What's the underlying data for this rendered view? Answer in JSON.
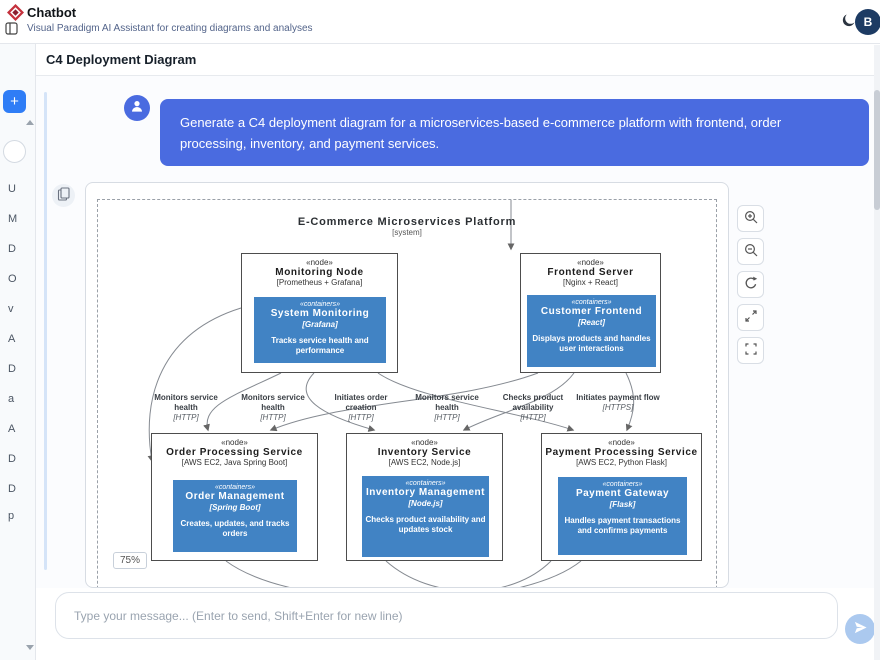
{
  "app": {
    "title": "Chatbot",
    "subtitle": "Visual Paradigm AI Assistant for creating diagrams and analyses",
    "avatar_initial": "B"
  },
  "sidebar": {
    "new_chat_label": "+",
    "items": [
      "U",
      "M",
      "D",
      "O",
      "v",
      "A",
      "D",
      "a",
      "A",
      "D",
      "D",
      "p"
    ]
  },
  "panel": {
    "title": "C4 Deployment Diagram"
  },
  "chat": {
    "user_message": "Generate a C4 deployment diagram for a microservices-based e-commerce platform with frontend, order processing, inventory, and payment services."
  },
  "diagram": {
    "boundary_title": "E-Commerce Microservices Platform",
    "boundary_subtitle": "[system]",
    "zoom_level": "75%",
    "nodes": [
      {
        "stereotype": "«node»",
        "name": "Monitoring Node",
        "tech": "[Prometheus + Grafana]",
        "container": {
          "stereotype": "«containers»",
          "name": "System Monitoring",
          "tech": "[Grafana]",
          "desc": "Tracks service health and performance"
        }
      },
      {
        "stereotype": "«node»",
        "name": "Frontend Server",
        "tech": "[Nginx + React]",
        "container": {
          "stereotype": "«containers»",
          "name": "Customer Frontend",
          "tech": "[React]",
          "desc": "Displays products and handles user interactions"
        }
      },
      {
        "stereotype": "«node»",
        "name": "Order Processing Service",
        "tech": "[AWS EC2, Java Spring Boot]",
        "container": {
          "stereotype": "«containers»",
          "name": "Order Management",
          "tech": "[Spring Boot]",
          "desc": "Creates, updates, and tracks orders"
        }
      },
      {
        "stereotype": "«node»",
        "name": "Inventory Service",
        "tech": "[AWS EC2, Node.js]",
        "container": {
          "stereotype": "«containers»",
          "name": "Inventory Management",
          "tech": "[Node.js]",
          "desc": "Checks product availability and updates stock"
        }
      },
      {
        "stereotype": "«node»",
        "name": "Payment Processing Service",
        "tech": "[AWS EC2, Python Flask]",
        "container": {
          "stereotype": "«containers»",
          "name": "Payment Gateway",
          "tech": "[Flask]",
          "desc": "Handles payment transactions and confirms payments"
        }
      }
    ],
    "edges": [
      {
        "label": "Monitors service health",
        "tech": "[HTTP]"
      },
      {
        "label": "Monitors service health",
        "tech": "[HTTP]"
      },
      {
        "label": "Initiates order creation",
        "tech": "[HTTP]"
      },
      {
        "label": "Monitors service health",
        "tech": "[HTTP]"
      },
      {
        "label": "Checks product availability",
        "tech": "[HTTP]"
      },
      {
        "label": "Initiates payment flow",
        "tech": "[HTTPS]"
      }
    ]
  },
  "composer": {
    "placeholder": "Type your message... (Enter to send, Shift+Enter for new line)"
  },
  "colors": {
    "accent_blue": "#4a6be0",
    "container_blue": "#4183c4",
    "plus_blue": "#2f7df6",
    "avatar_navy": "#1d3b63"
  }
}
